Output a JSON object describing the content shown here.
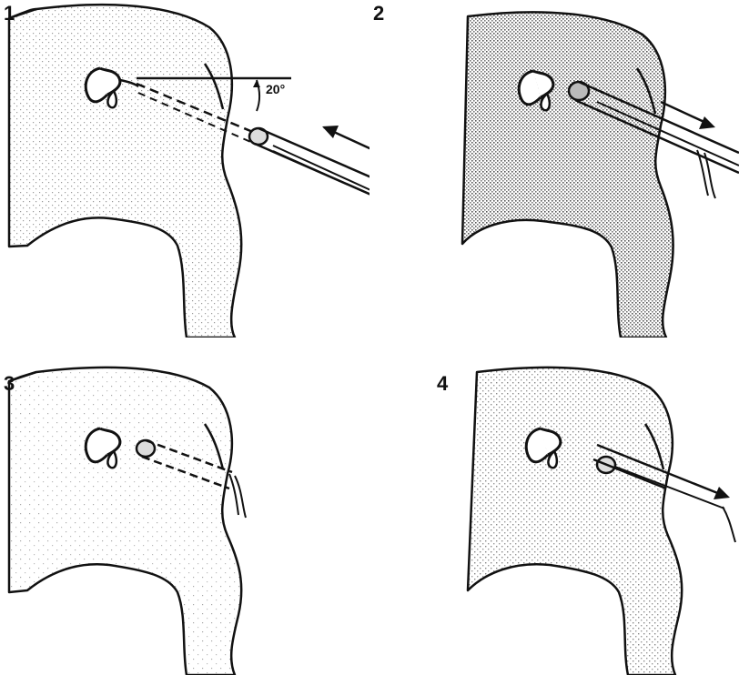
{
  "panels": [
    {
      "number": "1",
      "angle_label": "20°",
      "shading": "light",
      "arrow": "insert"
    },
    {
      "number": "2",
      "shading": "dark",
      "arrow": "retract"
    },
    {
      "number": "3",
      "shading": "faint",
      "arrow": "none"
    },
    {
      "number": "4",
      "shading": "medium",
      "arrow": "withdraw"
    }
  ],
  "colors": {
    "ink": "#111111",
    "shade_light": "#9a9a9a",
    "shade_dark": "#555555"
  },
  "icons": [
    "head-profile",
    "ear",
    "cannula",
    "direction-arrow"
  ]
}
